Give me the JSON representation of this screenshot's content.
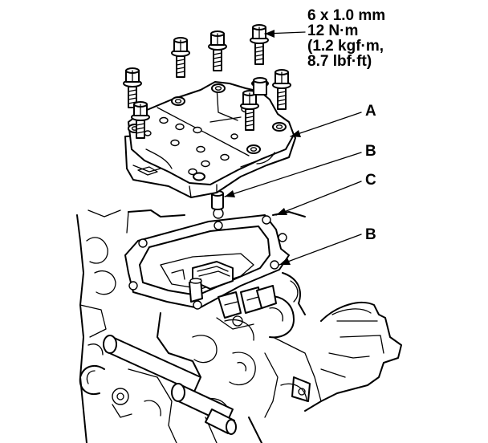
{
  "spec": {
    "line1": "6 x 1.0 mm",
    "line2": "12 N·m",
    "line3": "(1.2 kgf·m,",
    "line4": "8.7 lbf·ft)"
  },
  "callouts": {
    "a": "A",
    "b_upper": "B",
    "c": "C",
    "b_lower": "B"
  },
  "colors": {
    "line": "#000000",
    "background": "#ffffff"
  }
}
